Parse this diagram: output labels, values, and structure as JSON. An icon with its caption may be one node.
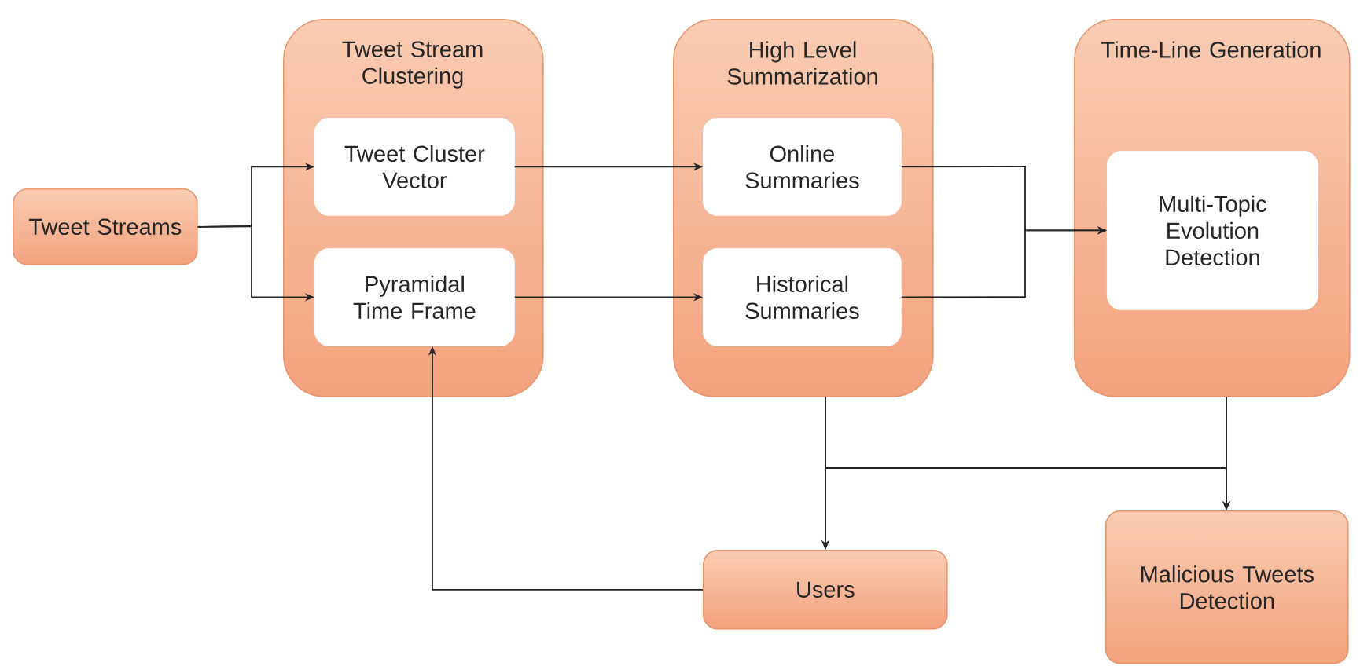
{
  "diagram": {
    "nodes": [
      {
        "text": [
          "Tweet Streams"
        ]
      },
      {
        "text": [
          "Tweet Stream Clustering"
        ]
      },
      {
        "text": [
          "Tweet Cluster Vector"
        ],
        "in": 1
      },
      {
        "text": [
          "Pyramidal Time Frame"
        ],
        "in": 1
      },
      {
        "text": [
          "High Level Summarization"
        ]
      },
      {
        "text": [
          "Online Summaries"
        ],
        "in": 4
      },
      {
        "text": [
          "Historical Summaries"
        ],
        "in": 4
      },
      {
        "text": [
          "Time-Line Generation"
        ]
      },
      {
        "text": [
          "Multi-Topic Evolution Detection"
        ],
        "in": 7
      },
      {
        "text": [
          "Users"
        ]
      },
      {
        "text": [
          "Malicious Tweets Detection"
        ]
      }
    ],
    "edges": [
      {
        "from": 0,
        "to": 2,
        "arrow": "to"
      },
      {
        "from": 0,
        "to": 3,
        "arrow": "to"
      },
      {
        "from": 2,
        "to": 5,
        "arrow": "to"
      },
      {
        "from": 3,
        "to": 6,
        "arrow": "to"
      },
      {
        "from": 5,
        "to": 8,
        "arrow": "to"
      },
      {
        "from": 6,
        "to": 8,
        "arrow": "to"
      },
      {
        "from": 4,
        "to": 9,
        "arrow": "to"
      },
      {
        "from": 4,
        "to": 10,
        "arrow": "to"
      },
      {
        "from": 7,
        "to": 9,
        "arrow": "to"
      },
      {
        "from": 7,
        "to": 10,
        "arrow": "to"
      },
      {
        "from": 9,
        "to": 3,
        "arrow": "to"
      }
    ]
  }
}
